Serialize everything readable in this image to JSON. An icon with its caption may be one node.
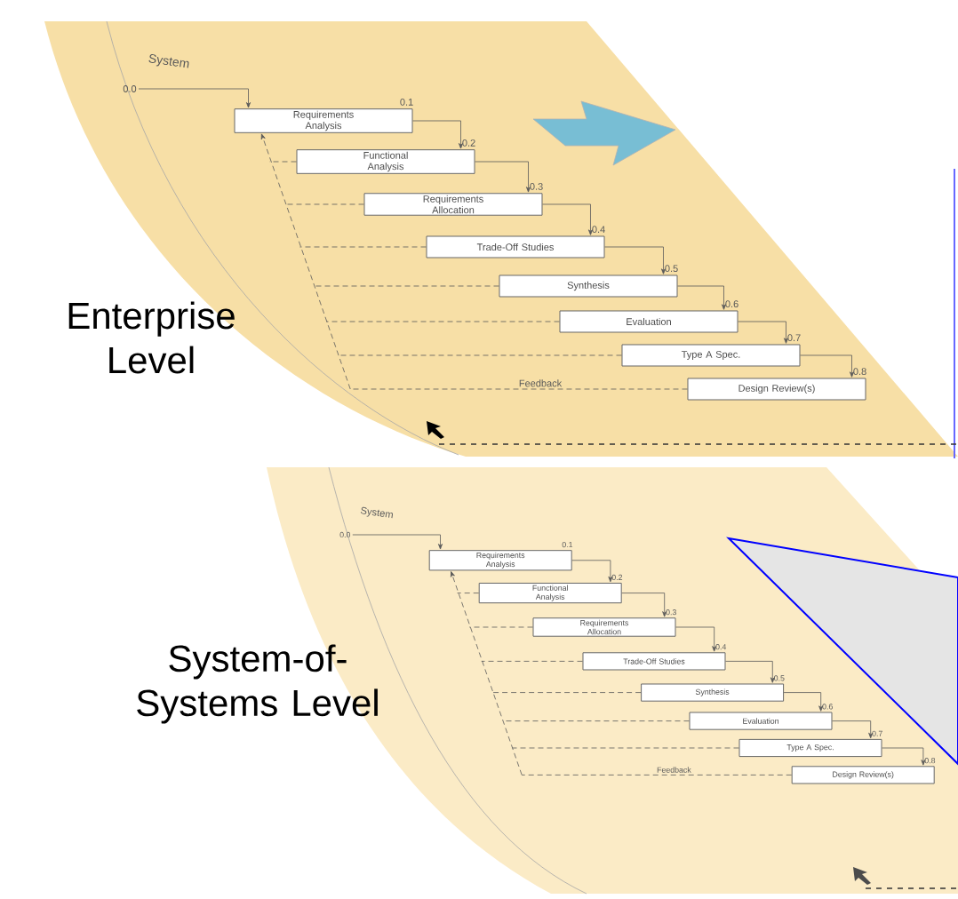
{
  "diagram": {
    "nodes": [
      {
        "text": [
          "System"
        ]
      },
      {
        "text": [
          "0.0"
        ],
        "in": 0
      },
      {
        "text": [
          "Requirements Analysis"
        ],
        "in": 0,
        "beside": [
          "0.1"
        ]
      },
      {
        "text": [
          "Functional Analysis"
        ],
        "in": 0,
        "beside": [
          "0.2"
        ]
      },
      {
        "text": [
          "Requirements Allocation"
        ],
        "in": 0,
        "beside": [
          "0.3"
        ]
      },
      {
        "text": [
          "Trade-Off Studies"
        ],
        "in": 0,
        "beside": [
          "0.4"
        ]
      },
      {
        "text": [
          "Synthesis"
        ],
        "in": 0,
        "beside": [
          "0.5"
        ]
      },
      {
        "text": [
          "Evaluation"
        ],
        "in": 0,
        "beside": [
          "0.6"
        ]
      },
      {
        "text": [
          "Type A Spec."
        ],
        "in": 0,
        "beside": [
          "0.7"
        ]
      },
      {
        "text": [
          "Design Review(s)"
        ],
        "in": 0,
        "beside": [
          "0.8"
        ]
      },
      {
        "text": [
          "System"
        ]
      },
      {
        "text": [
          "0.0"
        ],
        "in": 10
      },
      {
        "text": [
          "Requirements Analysis"
        ],
        "in": 10,
        "beside": [
          "0.1"
        ]
      },
      {
        "text": [
          "Functional Analysis"
        ],
        "in": 10,
        "beside": [
          "0.2"
        ]
      },
      {
        "text": [
          "Requirements Allocation"
        ],
        "in": 10,
        "beside": [
          "0.3"
        ]
      },
      {
        "text": [
          "Trade-Off Studies"
        ],
        "in": 10,
        "beside": [
          "0.4"
        ]
      },
      {
        "text": [
          "Synthesis"
        ],
        "in": 10,
        "beside": [
          "0.5"
        ]
      },
      {
        "text": [
          "Evaluation"
        ],
        "in": 10,
        "beside": [
          "0.6"
        ]
      },
      {
        "text": [
          "Type A Spec."
        ],
        "in": 10,
        "beside": [
          "0.7"
        ]
      },
      {
        "text": [
          "Design Review(s)"
        ],
        "in": 10,
        "beside": [
          "0.8"
        ]
      }
    ],
    "edges": [
      {
        "from": 1,
        "to": 2,
        "arrow": "to"
      },
      {
        "from": 2,
        "to": 3,
        "arrow": "to"
      },
      {
        "from": 3,
        "to": 4,
        "arrow": "to"
      },
      {
        "from": 4,
        "to": 5,
        "arrow": "to"
      },
      {
        "from": 5,
        "to": 6,
        "arrow": "to"
      },
      {
        "from": 6,
        "to": 7,
        "arrow": "to"
      },
      {
        "from": 7,
        "to": 8,
        "arrow": "to"
      },
      {
        "from": 8,
        "to": 9,
        "arrow": "to"
      },
      {
        "from": 3,
        "to": 2,
        "arrow": "to",
        "style": "dashed"
      },
      {
        "from": 4,
        "to": 2,
        "arrow": "to",
        "style": "dashed"
      },
      {
        "from": 5,
        "to": 2,
        "arrow": "to",
        "style": "dashed"
      },
      {
        "from": 6,
        "to": 2,
        "arrow": "to",
        "style": "dashed"
      },
      {
        "from": 7,
        "to": 2,
        "arrow": "to",
        "style": "dashed"
      },
      {
        "from": 8,
        "to": 2,
        "arrow": "to",
        "style": "dashed"
      },
      {
        "from": 9,
        "to": 2,
        "arrow": "to",
        "style": "dashed",
        "label": "Feedback"
      },
      {
        "from": 11,
        "to": 12,
        "arrow": "to"
      },
      {
        "from": 12,
        "to": 13,
        "arrow": "to"
      },
      {
        "from": 13,
        "to": 14,
        "arrow": "to"
      },
      {
        "from": 14,
        "to": 15,
        "arrow": "to"
      },
      {
        "from": 15,
        "to": 16,
        "arrow": "to"
      },
      {
        "from": 16,
        "to": 17,
        "arrow": "to"
      },
      {
        "from": 17,
        "to": 18,
        "arrow": "to"
      },
      {
        "from": 18,
        "to": 19,
        "arrow": "to"
      },
      {
        "from": 13,
        "to": 12,
        "arrow": "to",
        "style": "dashed"
      },
      {
        "from": 14,
        "to": 12,
        "arrow": "to",
        "style": "dashed"
      },
      {
        "from": 15,
        "to": 12,
        "arrow": "to",
        "style": "dashed"
      },
      {
        "from": 16,
        "to": 12,
        "arrow": "to",
        "style": "dashed"
      },
      {
        "from": 17,
        "to": 12,
        "arrow": "to",
        "style": "dashed"
      },
      {
        "from": 18,
        "to": 12,
        "arrow": "to",
        "style": "dashed"
      },
      {
        "from": 19,
        "to": 12,
        "arrow": "to",
        "style": "dashed",
        "label": "Feedback"
      }
    ],
    "labels": [
      "Enterprise Level",
      "System-of-Systems Level"
    ]
  }
}
